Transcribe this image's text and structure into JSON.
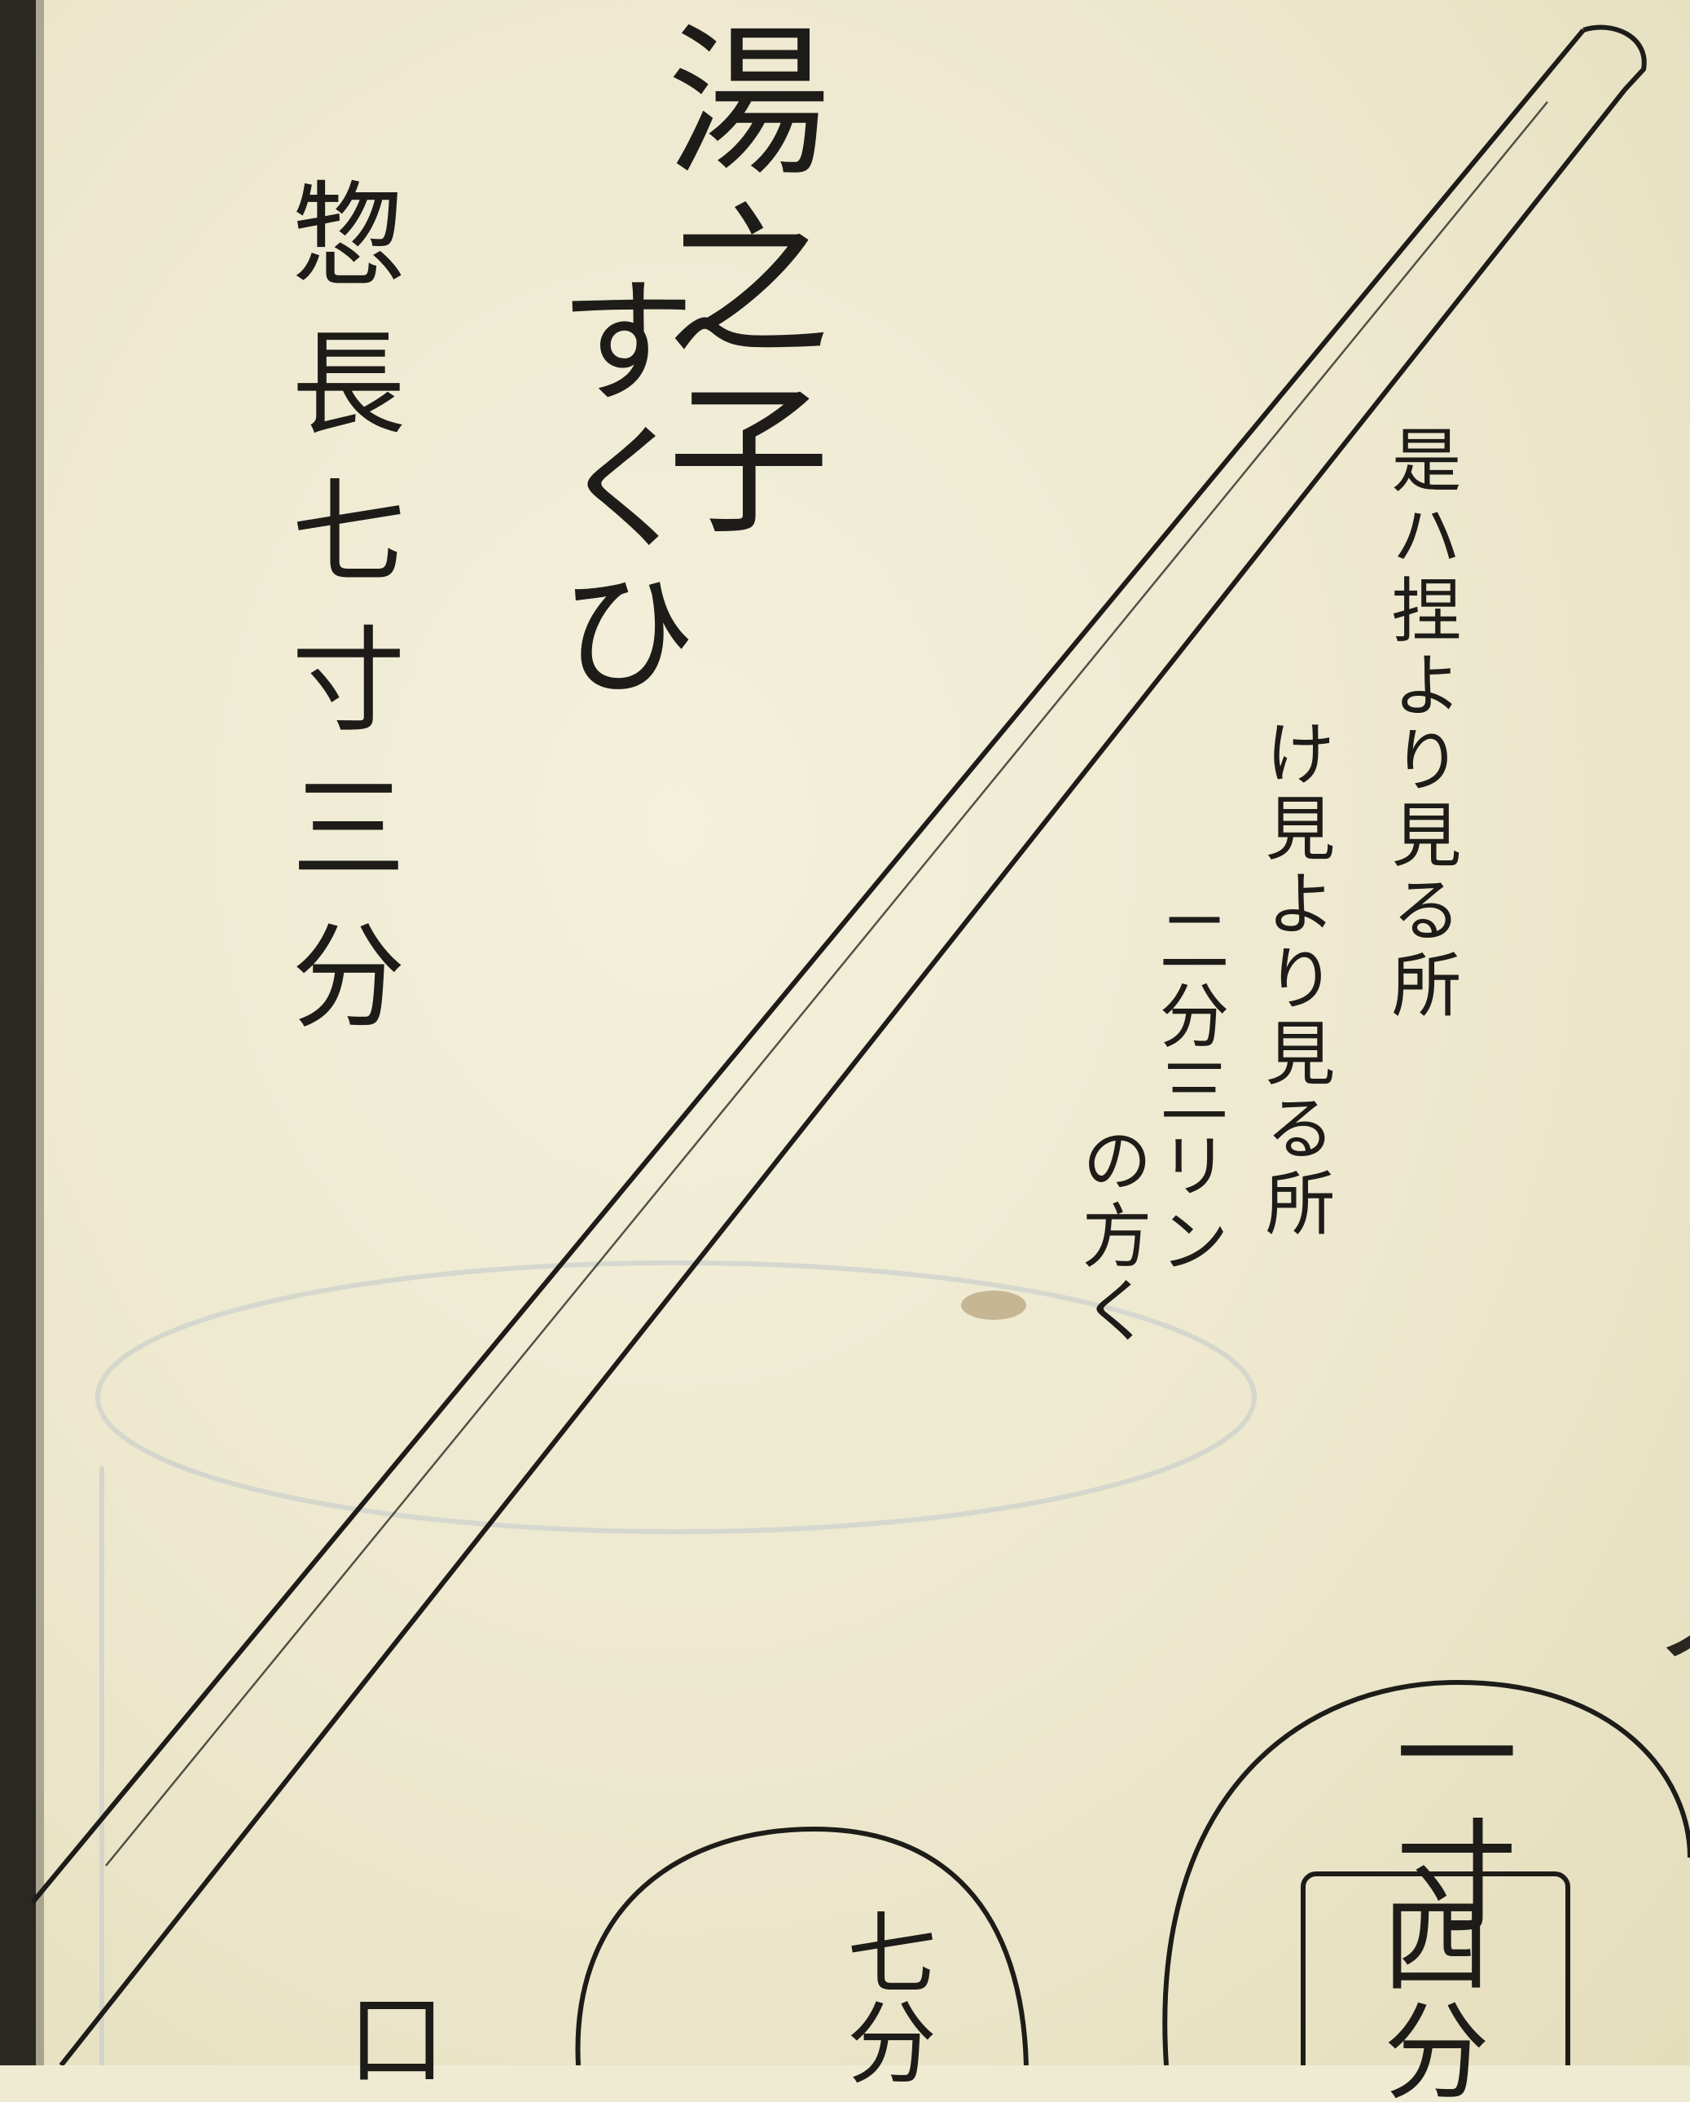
{
  "title": "湯之子",
  "reading": "すくひ",
  "total_length": "惣長七寸三分",
  "annotation": [
    "是ハ捏より見る所",
    "け見より見る所",
    "二分三リン",
    "の方く"
  ],
  "cup_measure": {
    "top": "一寸",
    "boxed": "四分"
  },
  "small_measure": "七分",
  "edge": {
    "right": "ノ",
    "bottom": "口"
  },
  "bleed": {
    "left": "",
    "mid": "",
    "low": ""
  }
}
